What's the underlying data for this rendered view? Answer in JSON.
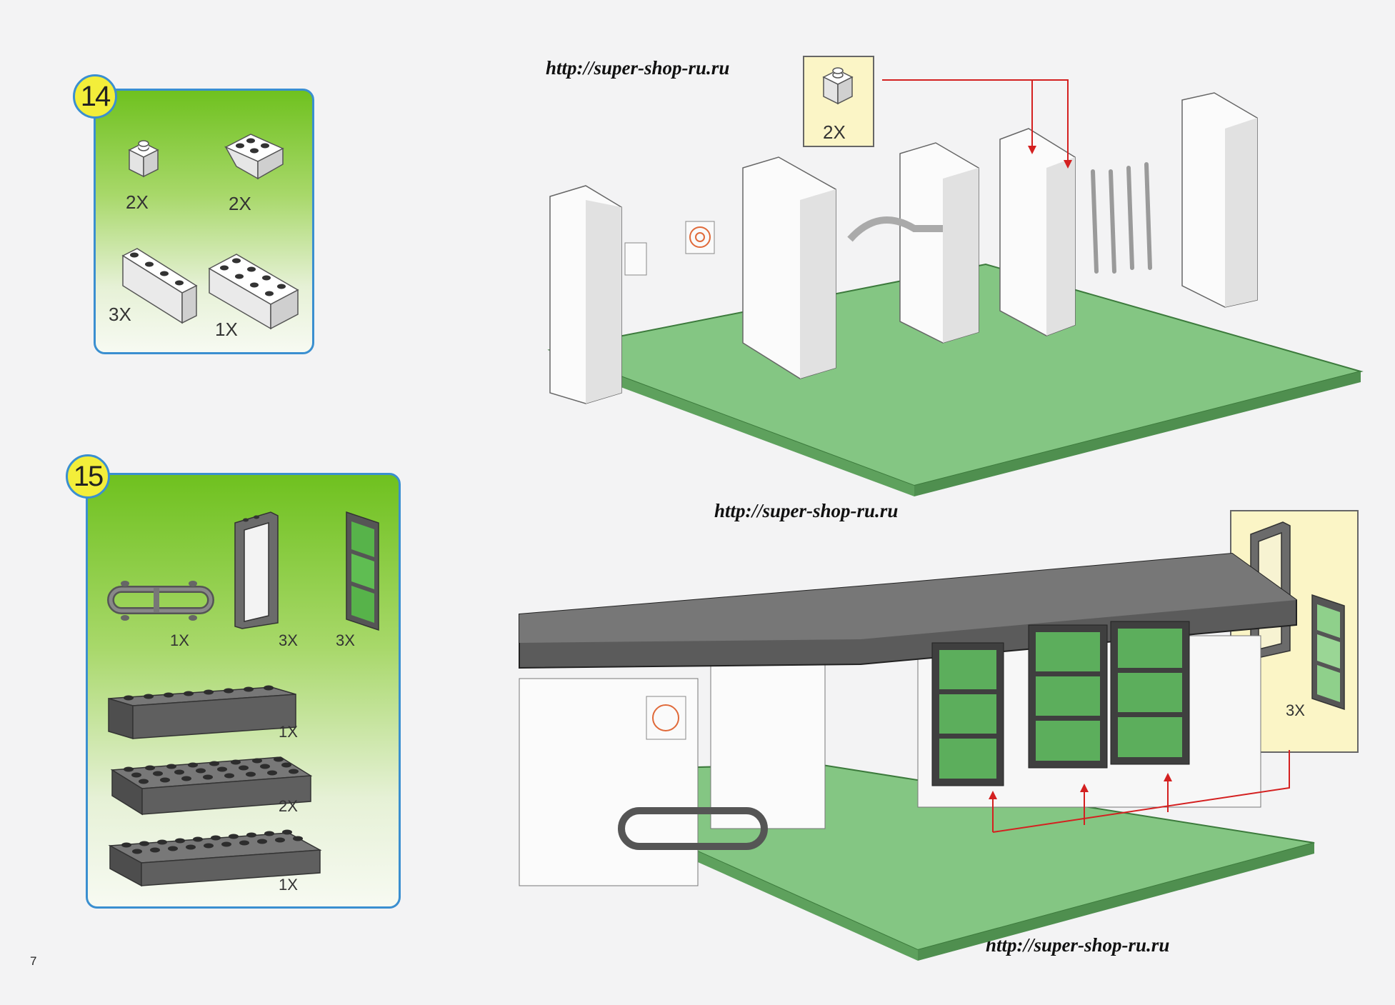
{
  "page": {
    "number": "7"
  },
  "step14": {
    "number": "14",
    "parts": [
      {
        "icon": "brick-1x1-white-icon",
        "qty": "2X"
      },
      {
        "icon": "slope-brick-white-icon",
        "qty": "2X"
      },
      {
        "icon": "brick-1x4-white-icon",
        "qty": "3X"
      },
      {
        "icon": "brick-2x4-white-icon",
        "qty": "1X"
      }
    ]
  },
  "step15": {
    "number": "15",
    "parts": [
      {
        "icon": "railing-gray-icon",
        "qty": "1X"
      },
      {
        "icon": "door-frame-gray-icon",
        "qty": "3X"
      },
      {
        "icon": "door-green-glass-icon",
        "qty": "3X"
      },
      {
        "icon": "plate-1x8-gray-icon",
        "qty": "1X"
      },
      {
        "icon": "plate-4x8-gray-icon",
        "qty": "2X"
      },
      {
        "icon": "plate-4x10-gray-icon",
        "qty": "1X"
      }
    ]
  },
  "callout_top": {
    "qty": "2X"
  },
  "callout_bottom": {
    "qty": "3X"
  },
  "watermarks": [
    "http://super-shop-ru.ru",
    "http://super-shop-ru.ru",
    "http://super-shop-ru.ru"
  ],
  "colors": {
    "panel_border": "#3a8fd0",
    "panel_green": "#6fc11f",
    "badge": "#f3ee3a",
    "baseplate": "#74bb73",
    "arrow": "#d42020"
  }
}
